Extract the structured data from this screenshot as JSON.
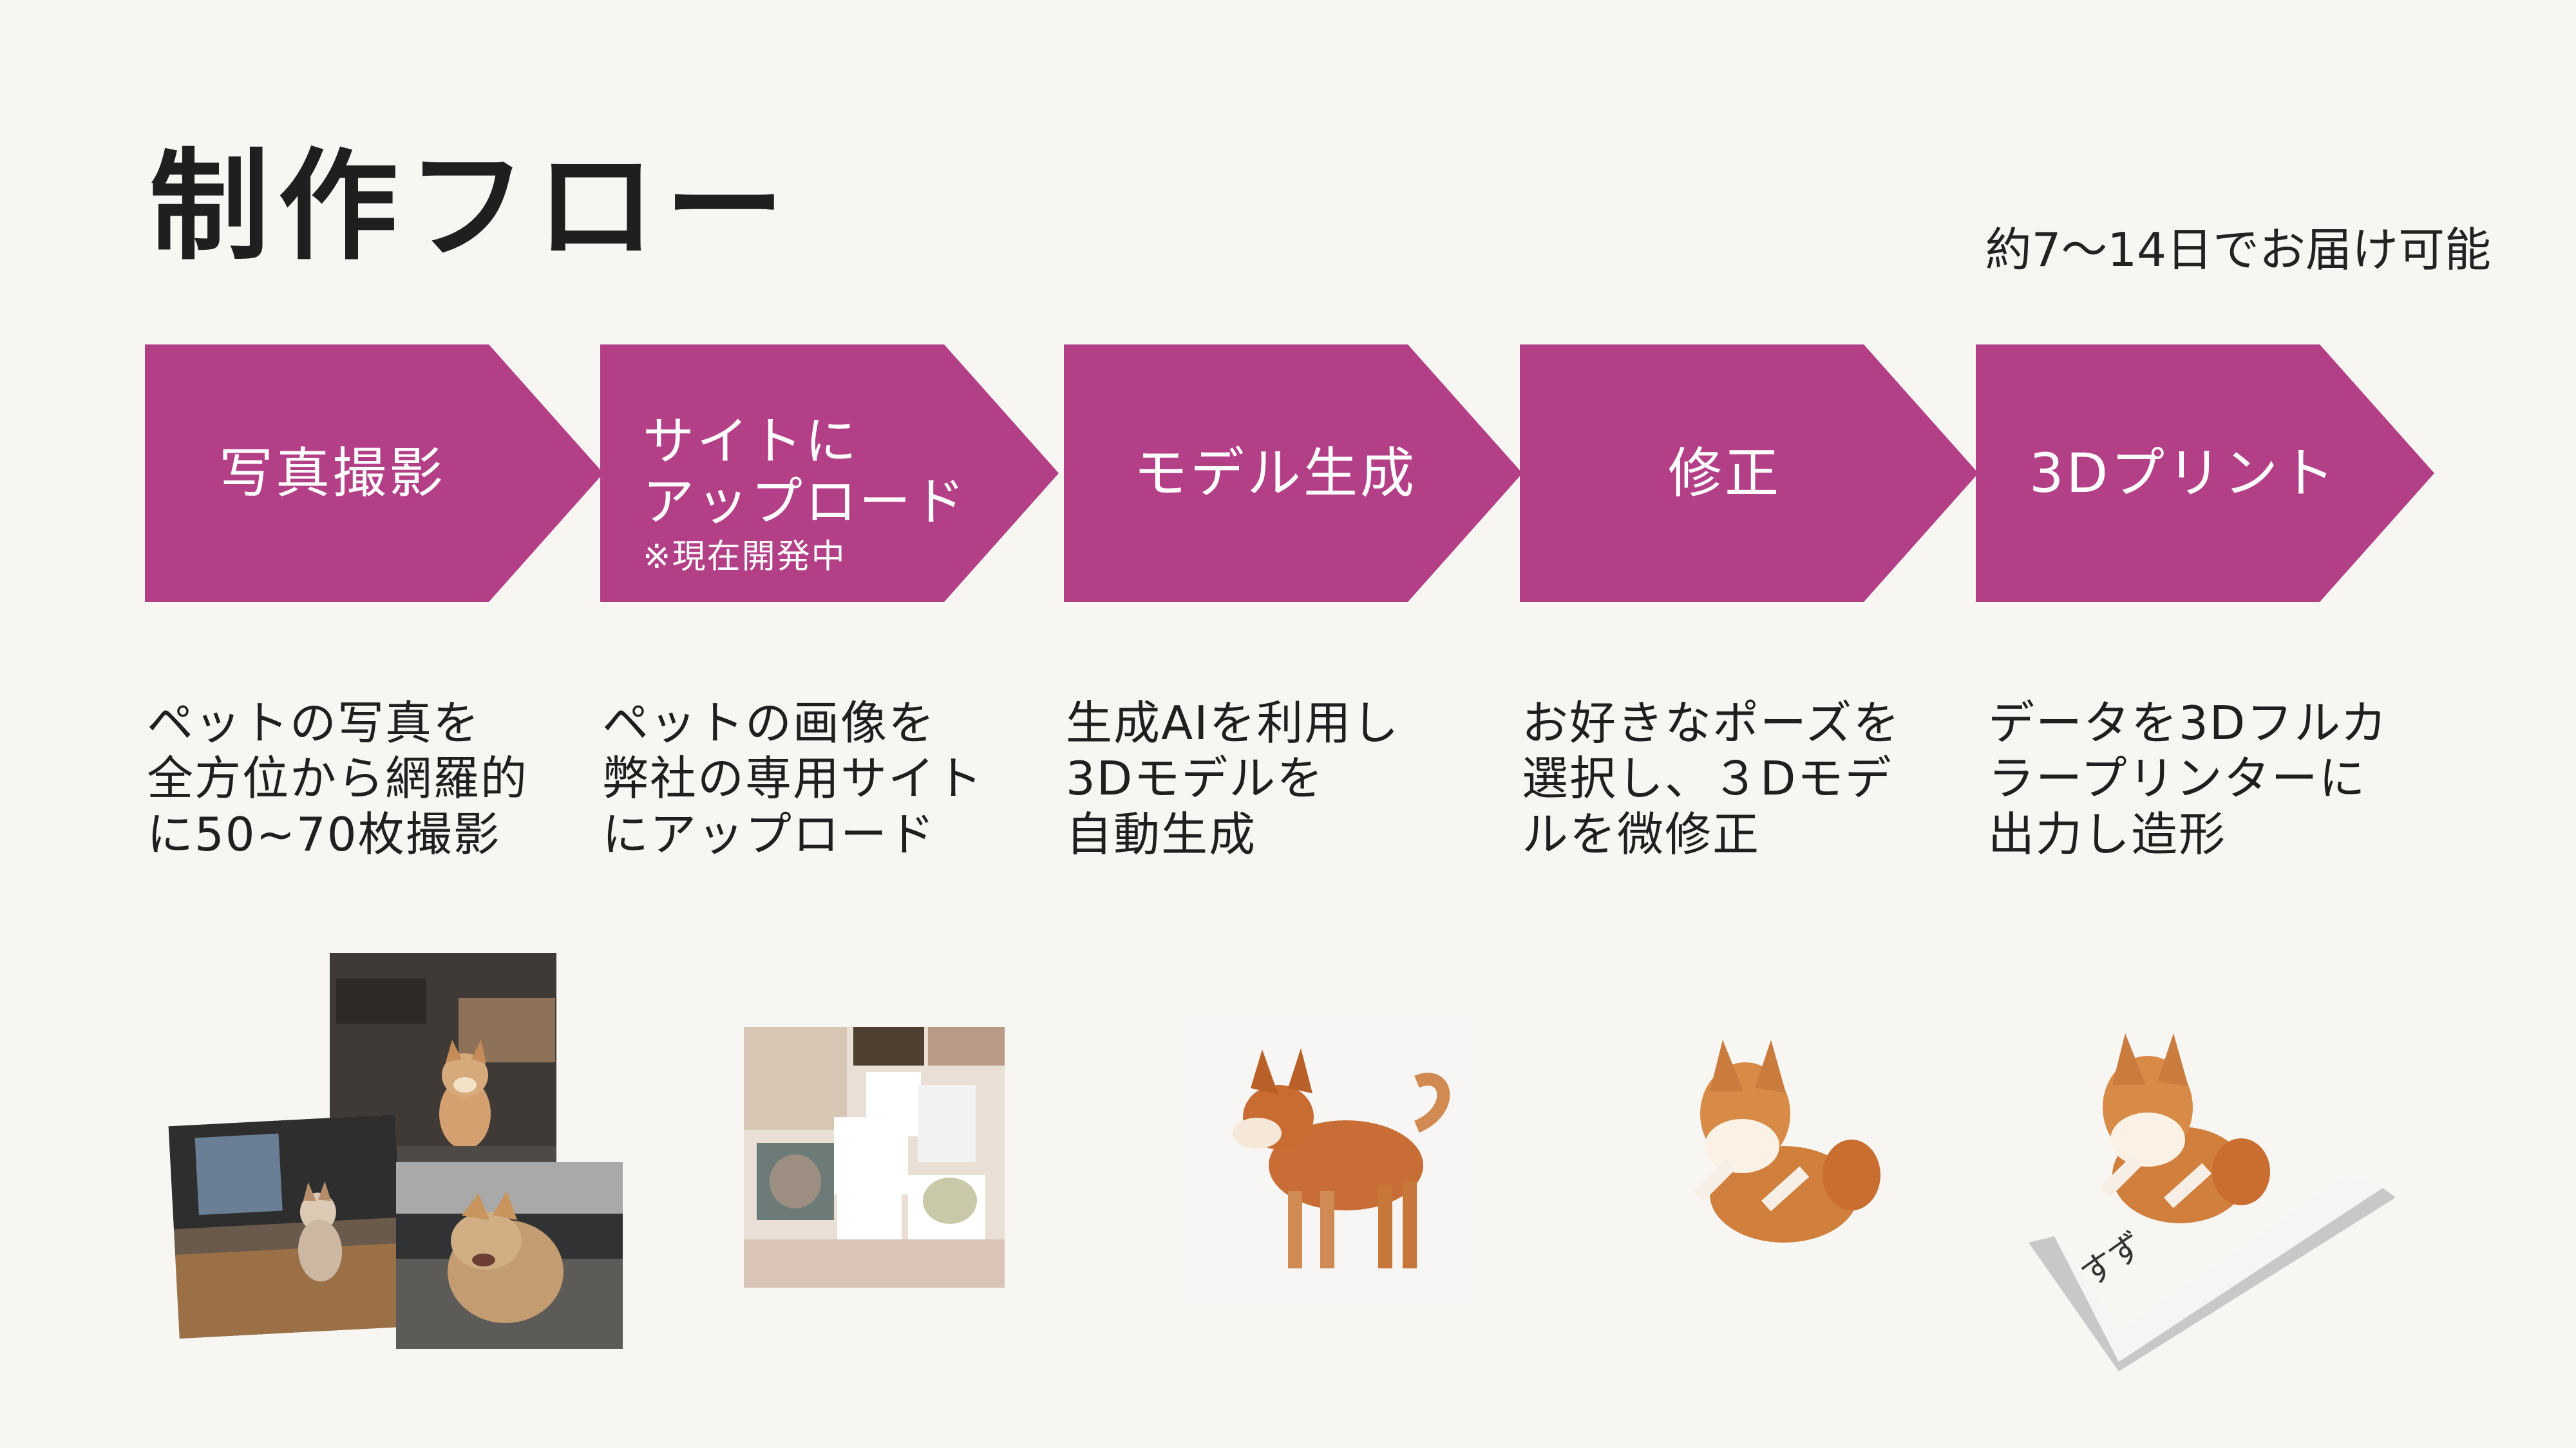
{
  "header": {
    "title": "制作フロー",
    "duration": "約7〜14日でお届け可能"
  },
  "colors": {
    "background": "#f8f6f2",
    "accent": "#b33f87"
  },
  "steps": [
    {
      "label": "写真撮影",
      "description": "ペットの写真を\n全方位から網羅的\nに50~70枚撮影"
    },
    {
      "label": "サイトに\nアップロード",
      "note": "※現在開発中",
      "description": "ペットの画像を\n弊社の専用サイト\nにアップロード"
    },
    {
      "label": "モデル生成",
      "description": "生成AIを利用し\n3Dモデルを\n自動生成"
    },
    {
      "label": "修正",
      "description": "お好きなポーズを\n選択し、３Dモデ\nルを微修正"
    },
    {
      "label": "3Dプリント",
      "description": "データを3Dフルカ\nラープリンターに\n出力し造形"
    }
  ],
  "images": {
    "base_inscription": "すず"
  }
}
